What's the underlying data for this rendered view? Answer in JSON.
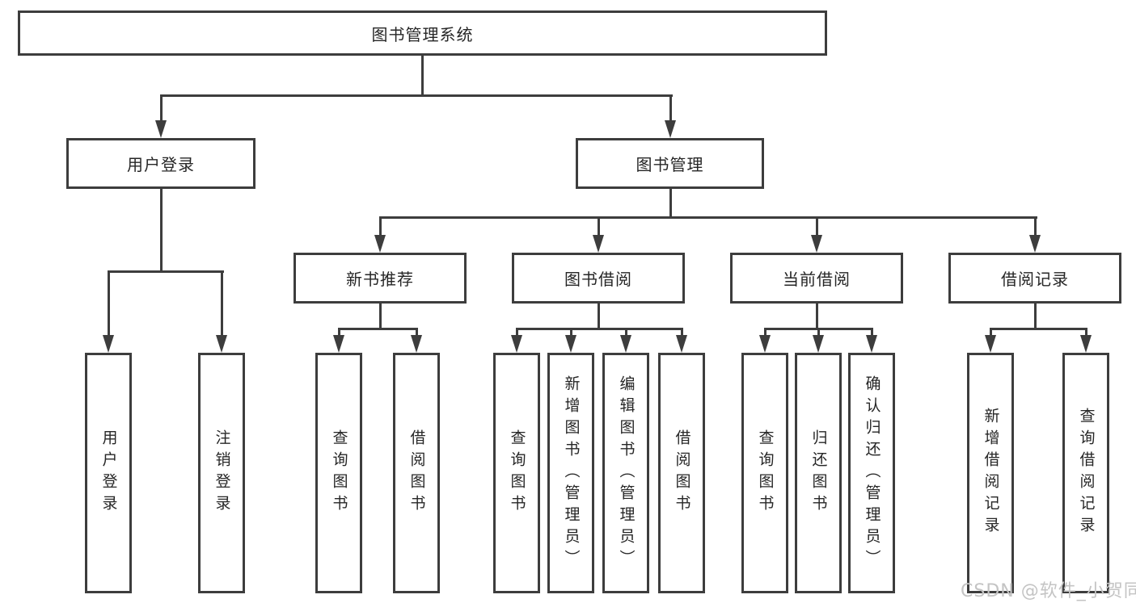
{
  "tree": {
    "label": "图书管理系统",
    "children": [
      {
        "label": "用户登录",
        "children": [
          {
            "label": "用户登录"
          },
          {
            "label": "注销登录"
          }
        ]
      },
      {
        "label": "图书管理",
        "children": [
          {
            "label": "新书推荐",
            "children": [
              {
                "label": "查询图书"
              },
              {
                "label": "借阅图书"
              }
            ]
          },
          {
            "label": "图书借阅",
            "children": [
              {
                "label": "查询图书"
              },
              {
                "label": "新增图书（管理员）"
              },
              {
                "label": "编辑图书（管理员）"
              },
              {
                "label": "借阅图书"
              }
            ]
          },
          {
            "label": "当前借阅",
            "children": [
              {
                "label": "查询图书"
              },
              {
                "label": "归还图书"
              },
              {
                "label": "确认归还（管理员）"
              }
            ]
          },
          {
            "label": "借阅记录",
            "children": [
              {
                "label": "新增借阅记录"
              },
              {
                "label": "查询借阅记录"
              }
            ]
          }
        ]
      }
    ]
  },
  "watermark": "CSDN @软件_小贺同学",
  "colors": {
    "line": "#3d3d3d",
    "box_border": "#3d3d3d",
    "box_background": "#ffffff",
    "text": "#262626",
    "watermark": "#c4c4c4",
    "page_background": "#ffffff"
  }
}
